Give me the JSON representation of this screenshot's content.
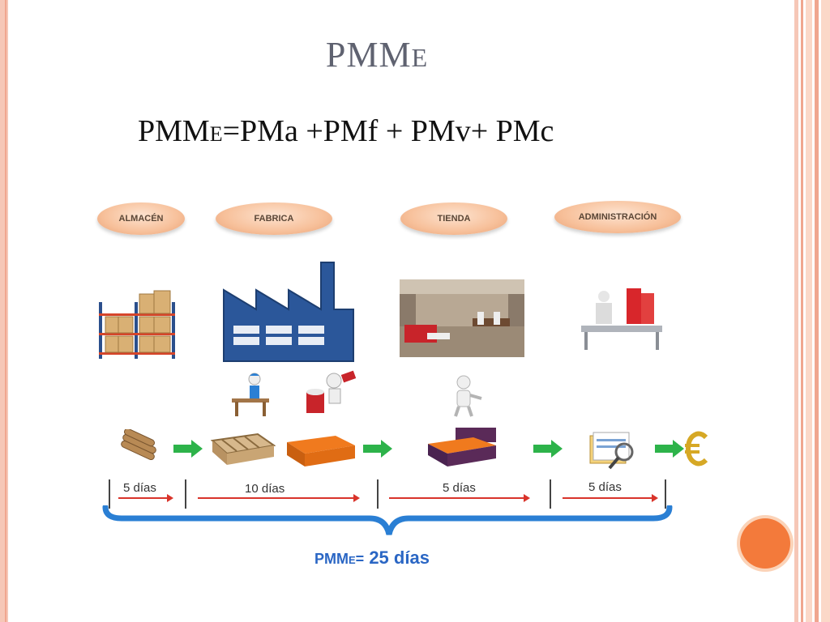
{
  "title": {
    "main": "PMM",
    "sub": "E"
  },
  "formula": {
    "lhs_main": "PMM",
    "lhs_sub": "E",
    "rhs": "=PMa +PMf + PMv+ PMc"
  },
  "stages": [
    "ALMACÉN",
    "FABRICA",
    "TIENDA",
    "ADMINISTRACIÓN"
  ],
  "durations": [
    "5 días",
    "10 días",
    "5 días",
    "5 días"
  ],
  "total": {
    "label_main": "PMM",
    "label_sub": "E",
    "equals": "=",
    "value": "25",
    "unit": "días"
  },
  "colors": {
    "accent": "#f37a3b",
    "arrow_green": "#2db34a",
    "brace_blue": "#2a7fd4",
    "factory_blue": "#2b579a",
    "text_blue": "#2a66c4"
  },
  "icons": [
    "warehouse-icon",
    "factory-icon",
    "store-interior-icon",
    "office-desk-icon",
    "carpenter-icon",
    "painter-icon",
    "person-icon",
    "wood-logs-icon",
    "bed-frame-icon",
    "bed-icon",
    "finished-bed-icon",
    "documents-icon",
    "euro-icon"
  ]
}
